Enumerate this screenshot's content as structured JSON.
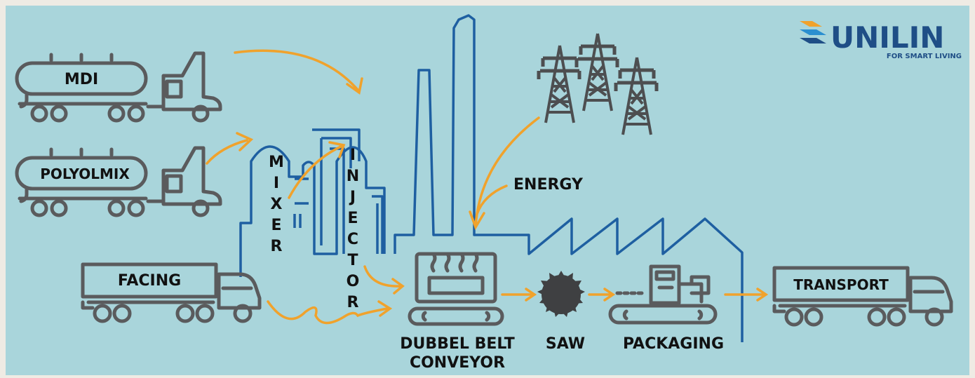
{
  "colors": {
    "page_bg": "#efebe4",
    "diagram_bg": "#a9d5db",
    "outline_gray": "#5a5b5d",
    "factory_blue": "#1e5fa1",
    "arrow_orange": "#f0a22c",
    "brand_navy": "#1f4e86"
  },
  "logo": {
    "name": "UNILIN",
    "tagline": "FOR SMART LIVING",
    "icon": "stacked-layers-logo-icon"
  },
  "trucks": {
    "mdi": "MDI",
    "polyolmix": "POLYOLMIX",
    "facing": "FACING",
    "transport": "TRANSPORT"
  },
  "factory": {
    "mixer_letters": [
      "M",
      "I",
      "X",
      "E",
      "R"
    ],
    "injector_letters": [
      "I",
      "N",
      "J",
      "E",
      "C",
      "T",
      "O",
      "R"
    ]
  },
  "labels": {
    "energy": "ENERGY",
    "conveyor_line1": "DUBBEL BELT",
    "conveyor_line2": "CONVEYOR",
    "saw": "SAW",
    "packaging": "PACKAGING"
  },
  "icons": [
    "tanker-truck-icon",
    "box-truck-icon",
    "power-pylon-icon",
    "heat-oven-icon",
    "saw-blade-icon",
    "packaging-machine-icon"
  ]
}
